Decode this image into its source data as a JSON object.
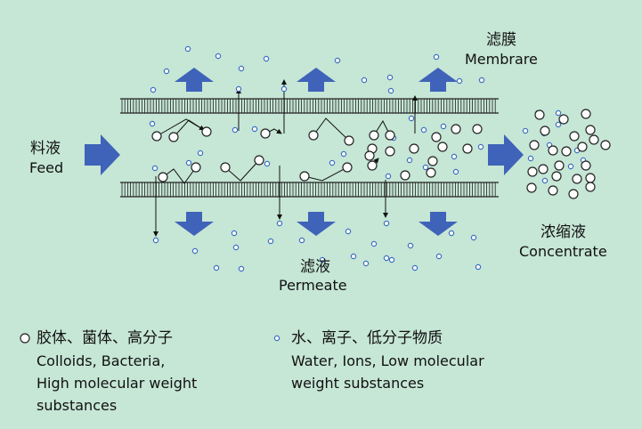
{
  "labels": {
    "membrane_zh": "滤膜",
    "membrane_en": "Membrare",
    "feed_zh": "料液",
    "feed_en": "Feed",
    "permeate_zh": "滤液",
    "permeate_en": "Permeate",
    "concentrate_zh": "浓缩液",
    "concentrate_en": "Concentrate"
  },
  "legend": {
    "large": {
      "title_zh": "胶体、菌体、高分子",
      "line1": "Colloids, Bacteria,",
      "line2": "High molecular weight",
      "line3": "substances"
    },
    "small": {
      "title_zh": "水、离子、低分子物质",
      "line1": "Water, Ions, Low molecular",
      "line2": "weight substances"
    }
  },
  "colors": {
    "background": "#c6e6d6",
    "arrow_blue": "#3f63b8",
    "small_particle_stroke": "#3a6fc0",
    "membrane_stroke": "#222222"
  }
}
